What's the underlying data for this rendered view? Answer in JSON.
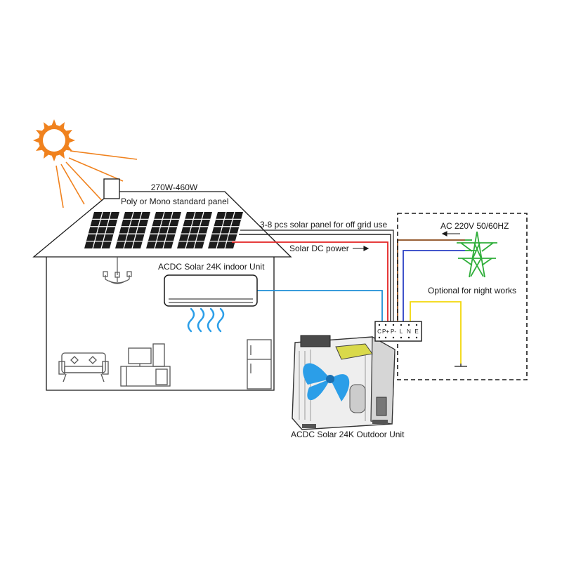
{
  "panel_power": "270W-460W",
  "panel_type": "Poly or Mono standard panel",
  "panel_count": "3-8 pcs solar panel for off grid use",
  "dc_power": "Solar DC power",
  "indoor_unit": "ACDC Solar 24K indoor Unit",
  "outdoor_unit": "ACDC Solar 24K Outdoor Unit",
  "ac_supply": "AC 220V 50/60HZ",
  "night_note": "Optional for night works",
  "terminals": [
    "C",
    "P+",
    "P-",
    "L",
    "N",
    "E"
  ],
  "colors": {
    "sun": "#f0821e",
    "dc_positive": "#e32222",
    "dc_negative": "#222222",
    "signal": "#1e8fd6",
    "live": "#8a4a1a",
    "neutral": "#2a3fc4",
    "earth": "#f2d70a",
    "tower": "#2fae3a",
    "fan": "#2b9ee8",
    "panel": "#1c1c1c"
  }
}
